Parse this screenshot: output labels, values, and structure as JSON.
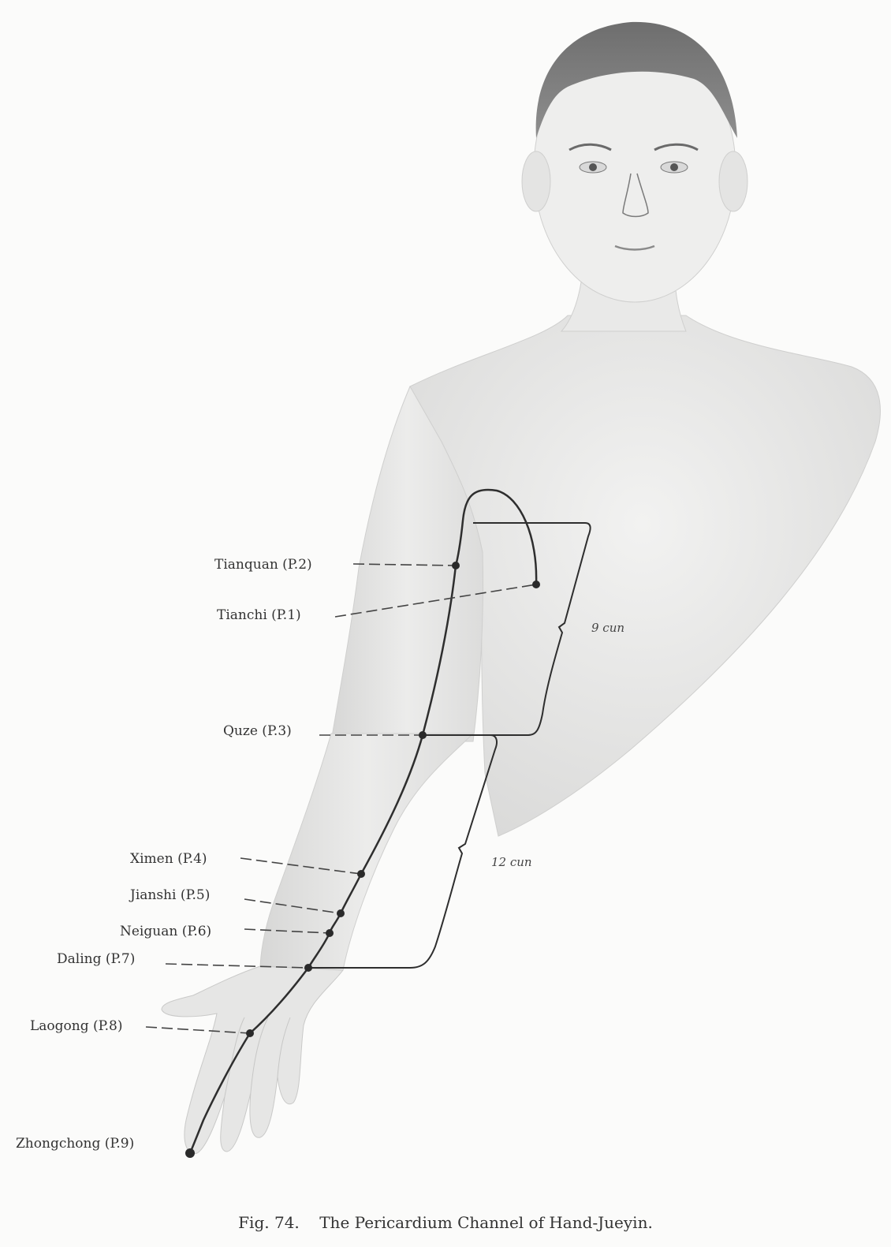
{
  "figure": {
    "caption_number": "Fig. 74.",
    "caption_title": "The Pericardium Channel of Hand-Jueyin."
  },
  "points": [
    {
      "id": "tianquan",
      "label": "Tianquan (P.2)"
    },
    {
      "id": "tianchi",
      "label": "Tianchi (P.1)"
    },
    {
      "id": "quze",
      "label": "Quze (P.3)"
    },
    {
      "id": "ximen",
      "label": "Ximen (P.4)"
    },
    {
      "id": "jianshi",
      "label": "Jianshi (P.5)"
    },
    {
      "id": "neiguan",
      "label": "Neiguan (P.6)"
    },
    {
      "id": "daling",
      "label": "Daling (P.7)"
    },
    {
      "id": "laogong",
      "label": "Laogong (P.8)"
    },
    {
      "id": "zhongchong",
      "label": "Zhongchong (P.9)"
    }
  ],
  "measurements": {
    "upper_arm": "9 cun",
    "forearm": "12 cun"
  }
}
